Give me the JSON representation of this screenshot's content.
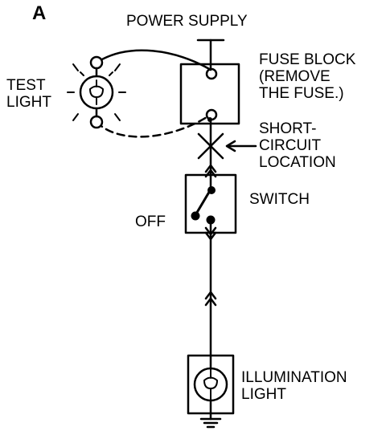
{
  "figure_label": "A",
  "labels": {
    "power_supply": "POWER SUPPLY",
    "fuse_block": "FUSE BLOCK\n(REMOVE\nTHE FUSE.)",
    "short_circuit": "SHORT-\nCIRCUIT\nLOCATION",
    "test_light": "TEST\nLIGHT",
    "switch": "SWITCH",
    "off": "OFF",
    "illumination_light": "ILLUMINATION\nLIGHT"
  },
  "colors": {
    "ink": "#000000",
    "paper": "#ffffff"
  }
}
